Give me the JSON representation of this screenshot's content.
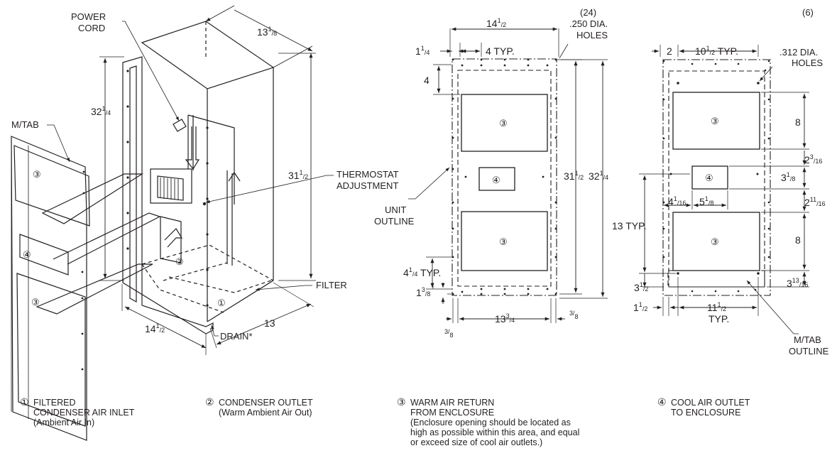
{
  "colors": {
    "ink": "#231f20",
    "background": "#ffffff"
  },
  "circle_nums": [
    "①",
    "②",
    "③",
    "④"
  ],
  "iso": {
    "labels": {
      "power_cord": [
        "POWER",
        "CORD"
      ],
      "m_tab": "M/TAB",
      "thermostat": [
        "THERMOSTAT",
        "ADJUSTMENT"
      ],
      "filter": "FILTER",
      "drain": "DRAIN*"
    },
    "dims": {
      "depth_top": {
        "whole": "13",
        "num": "1",
        "den": "8"
      },
      "height_left": {
        "whole": "32",
        "num": "1",
        "den": "4"
      },
      "height_right": {
        "whole": "31",
        "num": "1",
        "den": "2"
      },
      "width_bottom": {
        "whole": "14",
        "num": "1",
        "den": "2"
      },
      "depth_bottom": "13"
    }
  },
  "front_view": {
    "labels": {
      "holes_count": "(24)",
      "holes_dia": ".250 DIA.",
      "holes": "HOLES",
      "unit_outline": [
        "UNIT",
        "OUTLINE"
      ]
    },
    "dims": {
      "width": {
        "whole": "14",
        "num": "1",
        "den": "2"
      },
      "left_offset": {
        "whole": "1",
        "num": "1",
        "den": "4"
      },
      "typ_spacing": "4 TYP.",
      "top_gap": "4",
      "inner_height": {
        "whole": "31",
        "num": "1",
        "den": "2"
      },
      "outer_height": {
        "whole": "32",
        "num": "1",
        "den": "4"
      },
      "vert_typ": {
        "whole": "4",
        "num": "1",
        "den": "4",
        "suffix": " TYP."
      },
      "bottom_gap": {
        "whole": "1",
        "num": "3",
        "den": "8"
      },
      "bottom_width": {
        "whole": "13",
        "num": "3",
        "den": "4"
      },
      "eighth_left": {
        "num": "3",
        "den": "8"
      },
      "eighth_right": {
        "num": "3",
        "den": "8"
      }
    }
  },
  "cutout_view": {
    "labels": {
      "holes_count": "(6)",
      "holes_dia": ".312 DIA.",
      "holes": "HOLES",
      "m_tab_outline": [
        "M/TAB",
        "OUTLINE"
      ]
    },
    "dims": {
      "left_gap": "2",
      "typ_spacing": {
        "whole": "10",
        "num": "1",
        "den": "2",
        "suffix": " TYP."
      },
      "upper_height": "8",
      "gap_a": {
        "whole": "2",
        "num": "3",
        "den": "16"
      },
      "outlet_h": {
        "whole": "3",
        "num": "1",
        "den": "8"
      },
      "outlet_left": {
        "whole": "4",
        "num": "1",
        "den": "16"
      },
      "outlet_w": {
        "whole": "5",
        "num": "1",
        "den": "8"
      },
      "gap_b": {
        "whole": "2",
        "num": "11",
        "den": "16"
      },
      "typ_13": "13 TYP.",
      "lower_height": "8",
      "bottom_a": {
        "whole": "3",
        "num": "1",
        "den": "2"
      },
      "bottom_b": {
        "whole": "3",
        "num": "13",
        "den": "16"
      },
      "left_bottom": {
        "whole": "1",
        "num": "1",
        "den": "2"
      },
      "hole_span": {
        "whole": "11",
        "num": "1",
        "den": "2"
      },
      "hole_span_typ": "TYP."
    }
  },
  "legend": [
    {
      "num": "①",
      "lines": [
        "FILTERED",
        "CONDENSER AIR INLET"
      ],
      "sub": [
        "(Ambient Air In)"
      ]
    },
    {
      "num": "②",
      "lines": [
        "CONDENSER OUTLET"
      ],
      "sub": [
        "(Warm Ambient Air Out)"
      ]
    },
    {
      "num": "③",
      "lines": [
        "WARM AIR RETURN",
        "FROM ENCLOSURE"
      ],
      "sub": [
        "(Enclosure opening should be located as",
        "high as possible within this area, and equal",
        "or exceed size of cool air outlets.)"
      ]
    },
    {
      "num": "④",
      "lines": [
        "COOL AIR OUTLET",
        "TO ENCLOSURE"
      ],
      "sub": []
    }
  ]
}
